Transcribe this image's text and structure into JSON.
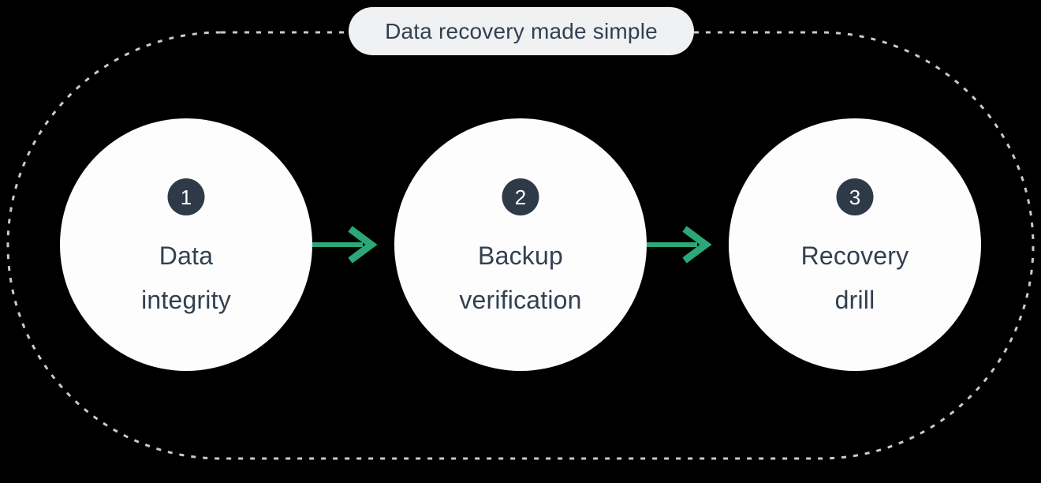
{
  "title_pill": {
    "label": "Data recovery made simple"
  },
  "steps": [
    {
      "number": "1",
      "label_line1": "Data",
      "label_line2": "integrity"
    },
    {
      "number": "2",
      "label_line1": "Backup",
      "label_line2": "verification"
    },
    {
      "number": "3",
      "label_line1": "Recovery",
      "label_line2": "drill"
    }
  ],
  "icons": {
    "arrow_right_icon": "→"
  },
  "colors": {
    "background": "#000000",
    "dashed_border": "#cacaca",
    "pill_bg": "#f0f1f3",
    "text_dark": "#32404f",
    "circle_fill": "#fdfdfd",
    "badge_bg": "#2e3a48",
    "badge_text": "#ffffff",
    "accent_green": "#2ca878"
  }
}
